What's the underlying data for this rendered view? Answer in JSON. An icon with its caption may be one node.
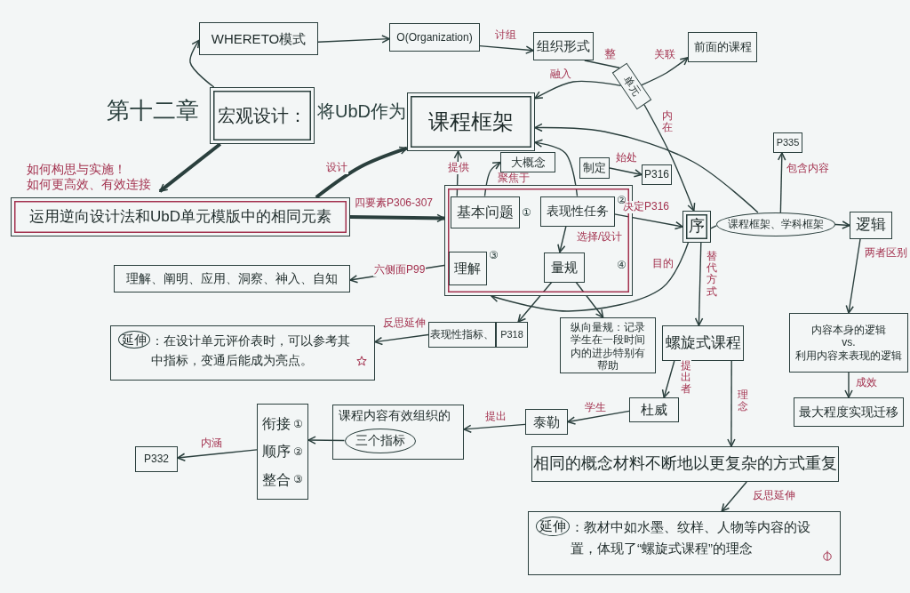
{
  "diagram": {
    "title": "第十二章",
    "nodes": [
      {
        "text": [
          "WHERETO模式"
        ]
      },
      {
        "text": [
          "O(Organization)"
        ]
      },
      {
        "text": [
          "组织形式"
        ]
      },
      {
        "text": [
          "前面的课程"
        ]
      },
      {
        "text": [
          "宏观设计："
        ]
      },
      {
        "text": [
          "课程框架"
        ]
      },
      {
        "text": [
          "如何构思与实施！",
          "如何更高效、有效连接"
        ]
      },
      {
        "text": [
          "运用逆向设计法和UbD单元模版中的相同元素"
        ]
      },
      {
        "text": [],
        "shape": "box"
      },
      {
        "text": [
          "基本问题"
        ],
        "in": 8
      },
      {
        "text": [
          "表现性任务"
        ],
        "in": 8
      },
      {
        "text": [
          "理解"
        ],
        "in": 8
      },
      {
        "text": [
          "量规"
        ],
        "in": 8
      },
      {
        "text": [
          "大概念"
        ]
      },
      {
        "text": [
          "制定"
        ]
      },
      {
        "text": [
          "P316"
        ]
      },
      {
        "text": [
          "单元"
        ]
      },
      {
        "text": [
          "序"
        ]
      },
      {
        "text": [
          "课程框架、学科框架"
        ]
      },
      {
        "text": [
          "逻辑"
        ]
      },
      {
        "text": [
          "P335"
        ]
      },
      {
        "text": [
          "理解、阐明、应用、洞察、神入、自知"
        ]
      },
      {
        "text": [
          "表现性指标、"
        ]
      },
      {
        "text": [
          "P318"
        ]
      },
      {
        "text": [
          "纵向量规：记录学生在一段时间内的进步特别有帮助"
        ]
      },
      {
        "text": [
          "延伸",
          "：在设计单元评价表时，可以参考其中指标，变通后能成为亮点。"
        ]
      },
      {
        "text": [
          "螺旋式课程"
        ]
      },
      {
        "text": [
          "内容本身的逻辑",
          "vs.",
          "利用内容来表现的逻辑"
        ]
      },
      {
        "text": [
          "最大程度实现迁移"
        ]
      },
      {
        "text": [
          "杜威"
        ]
      },
      {
        "text": [
          "泰勒"
        ]
      },
      {
        "text": [
          "课程内容有效组织的"
        ]
      },
      {
        "text": [
          "三个指标"
        ],
        "in": 31
      },
      {
        "text": [
          "衔接",
          "①",
          "顺序",
          "②",
          "整合",
          "③"
        ]
      },
      {
        "text": [
          "P332"
        ]
      },
      {
        "text": [
          "相同的概念材料不断地以更复杂的方式重复"
        ]
      },
      {
        "text": [
          "延伸",
          "：教材中如水墨、纹样、人物等内容的设置，体现了“螺旋式课程”的理念"
        ]
      }
    ],
    "edges": [
      {
        "from": 4,
        "to": 0,
        "arrow": "to"
      },
      {
        "from": 0,
        "to": 1,
        "arrow": "to"
      },
      {
        "from": 1,
        "to": 2,
        "arrow": "to",
        "label": "讨组"
      },
      {
        "from": 4,
        "to": 6,
        "arrow": "to",
        "style": "thick"
      },
      {
        "from": 7,
        "to": 5,
        "arrow": "to",
        "style": "thick",
        "label": "设计"
      },
      {
        "from": 7,
        "to": 8,
        "arrow": "to",
        "style": "thick",
        "label": "四要素P306-307"
      },
      {
        "from": 9,
        "to": 5,
        "arrow": "to",
        "label": "提供"
      },
      {
        "from": 9,
        "to": 13,
        "arrow": "to",
        "label": "聚焦于"
      },
      {
        "from": 10,
        "to": 5,
        "arrow": "to"
      },
      {
        "from": 14,
        "to": 15,
        "arrow": "to",
        "label": "始处"
      },
      {
        "from": 2,
        "to": 16,
        "arrow": "none"
      },
      {
        "from": 16,
        "to": 17,
        "arrow": "to",
        "label": "内在"
      },
      {
        "from": 16,
        "to": 5,
        "arrow": "to",
        "label": "融入"
      },
      {
        "from": 16,
        "to": 3,
        "arrow": "to",
        "label": "关联"
      },
      {
        "from": 10,
        "to": 17,
        "arrow": "to",
        "label": "决定P316"
      },
      {
        "from": 10,
        "to": 12,
        "arrow": "to",
        "label": "选择/设计"
      },
      {
        "from": 11,
        "to": 21,
        "arrow": "to",
        "label": "六侧面P99"
      },
      {
        "from": 12,
        "to": 23,
        "arrow": "to"
      },
      {
        "from": 12,
        "to": 24,
        "arrow": "to"
      },
      {
        "from": 17,
        "to": 8,
        "arrow": "to",
        "label": "目的"
      },
      {
        "from": 17,
        "to": 18,
        "arrow": "none"
      },
      {
        "from": 18,
        "to": 19,
        "arrow": "to"
      },
      {
        "from": 18,
        "to": 20,
        "arrow": "to",
        "label": "包含内容"
      },
      {
        "from": 18,
        "to": 5,
        "arrow": "to"
      },
      {
        "from": 19,
        "to": 27,
        "arrow": "to",
        "label": "两者区别"
      },
      {
        "from": 27,
        "to": 28,
        "arrow": "to",
        "label": "成效"
      },
      {
        "from": 17,
        "to": 26,
        "arrow": "to",
        "label": "替代方式"
      },
      {
        "from": 26,
        "to": 29,
        "arrow": "to",
        "label": "提出者"
      },
      {
        "from": 26,
        "to": 35,
        "arrow": "to",
        "label": "理念"
      },
      {
        "from": 29,
        "to": 30,
        "arrow": "to",
        "label": "学生"
      },
      {
        "from": 30,
        "to": 31,
        "arrow": "to",
        "label": "提出"
      },
      {
        "from": 32,
        "to": 33,
        "arrow": "to"
      },
      {
        "from": 33,
        "to": 34,
        "arrow": "to",
        "label": "内涵"
      },
      {
        "from": 22,
        "to": 25,
        "arrow": "to",
        "label": "反思延伸"
      },
      {
        "from": 35,
        "to": 36,
        "arrow": "to",
        "label": "反思延伸"
      }
    ],
    "labels": [
      "整",
      "将UbD作为",
      "①",
      "②",
      "③",
      "④"
    ]
  }
}
